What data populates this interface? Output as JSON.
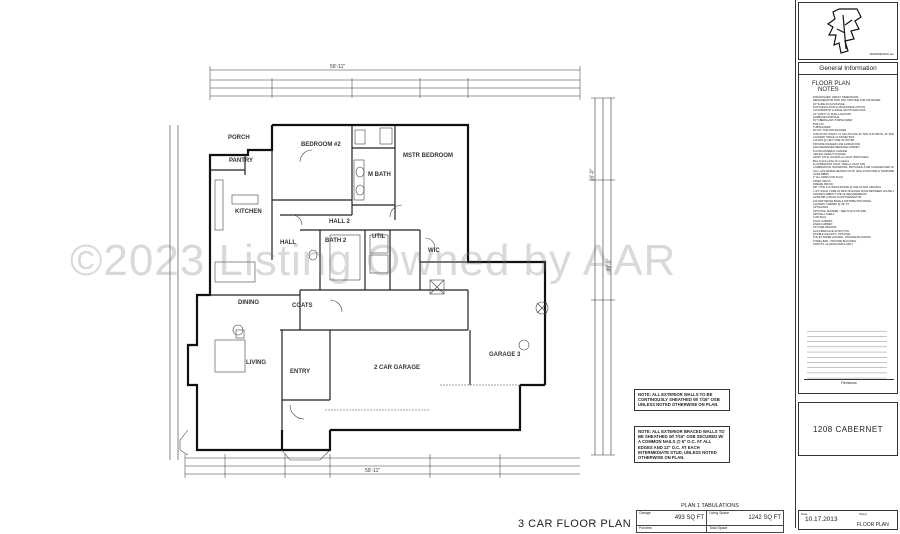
{
  "watermark": "©2023 Listing Owned by AAR",
  "rooms": {
    "porch": "PORCH",
    "pantry": "PANTRY",
    "bedroom2": "BEDROOM #2",
    "mbath": "M BATH",
    "mstr_bedroom": "MSTR BEDROOM",
    "kitchen": "KITCHEN",
    "hall": "HALL",
    "hall2": "HALL 2",
    "bath2": "BATH 2",
    "util": "UTIL",
    "wic": "WIC",
    "coats": "COATS",
    "dining": "DINING",
    "living": "LIVING",
    "entry": "ENTRY",
    "garage2": "2 CAR GARAGE",
    "garage3": "GARAGE 3"
  },
  "dims": {
    "overall_top": "59'-11\"",
    "overall_bottom": "59'-11\"",
    "right_overall": "49'-0\"",
    "right_mid": "16'-0\""
  },
  "notes": {
    "note1": "NOTE: ALL EXTERIOR WALLS TO BE CONTINOUSLY SHEATHED W/ 7/16\" OSB UNLESS NOTED OTHERWISE ON PLAN.",
    "note2": "NOTE: ALL EXTERIOR BRACED WALLS TO BE SHEATHED W/ 7/16\" OSB SECURED W/ A COMMON NAILS @ 6\" O.C. AT ALL EDGES AND 12\" O.C. AT EACH INTERMEDIATE STUD, UNLESS NOTED OTHERWISE ON PLAN."
  },
  "tabulations": {
    "title": "PLAN 1   TABULATIONS",
    "garage_label": "Garage",
    "garage": "493 SQ FT",
    "living_label": "Living Space",
    "living": "1242 SQ FT",
    "porches_label": "Porches",
    "total_label": "Total Space"
  },
  "plan_title": "3 CAR FLOOR PLAN",
  "title_block": {
    "logo_caption": "TEMPRESINC.am",
    "general_info": "General Information",
    "floor_plan": "FLOOR PLAN",
    "notes": "NOTES",
    "note_items": [
      "DISHWASHER: VERIFY DIMENSIONS",
      "REFRIGERATOR W/W, W/H, PROVIDE FOR ICE MAKER",
      "30\" SLIDE-IN GAS RANGE",
      "DUCTLESS HOOD & MICROWAVE OPTION",
      "COUNTERTOP w/ EDGE 3/8 KITCHEN SINK",
      "24\" VANITY w/ DUAL LAVATORY",
      "GARBAGE DISPOSAL",
      "60\" FIBERGLASS TUB/SHOWER",
      "BUILT-IN",
      "TUB/SHOWER",
      "60\"x32\" TUB AND SHOWER",
      "LOW FLOW TOILET 1.6 GAL PFLUSH 30\" MIN CLR WIDTH, 24\" MIN. CLR @ FRONT",
      "LAUNDRY SPACE w/ RAISED BOX",
      "LOCATE @ LEFT SIDE OF DRYER",
      "PROVIDE WASHER LINE & DRAIN PAN",
      "HIGH RECESSED MEDICINE CABINET",
      "FLOOR MATERIAL CHANGE",
      "CEILING HEIGHT CHANGE",
      "20X30\" ATTIC ACCESS w/ LIGHT (SWITCHED)",
      "Blue Framing Plan for locations",
      "FLUORESCENT LIGHT, FIRE w/ LIGHT FAN",
      "COMBINATION, BATHROOM, PROVIDING 5 AIR CHANGES PER HOUR",
      "GAL. GAS WATER HEATER ON 18\" HIGH PLATFORM w/ TEMP/PRESSURE RELIEF TO OUTSIDE",
      "HOSE BIBBS",
      "3\" ALL SIDES FOR PLAN",
      "3X6(R) VENTS",
      "FREEZE PROOF",
      "5/8\" TYPE X GYPSUM BOARD @ WALLS AND CEILINGS",
      "1 3/4\" SOLID CORE 20 MINUTE RATED DOOR BETWEEN HOUSE AND GARAGE SELF CLOSING W/ THRESHOLD",
      "SMOKE/CARBON TYPE 2A REQUIREMENTS",
      "HOSE BIB w/ BACK FLOW PREVENTOR",
      "220 AMP METER BASE & DISTRIBUTION PANEL",
      "LAUNDRY CABINET @ 48\" FT",
      "UPTIGHTER",
      "OPTIONAL SHOWER - SEE PLAN FOR SIZE",
      "DRYWALL SHELF",
      "LOW WALL",
      "LIGHT CABINET",
      "LINEN CABINET",
      "PICTURE WINDOW",
      "GAS FIREPLACE W/ BUTTON",
      "DOUBLE FAUCETS, OPTIONAL",
      "TOILET PAPER HOLDER - PROVIDE BLOCKING",
      "TOWEL BAR - PROVIDE BLOCKING",
      "SOFFITS, GLAZING PER R-308.4"
    ],
    "revisions": "Revisions",
    "house_name": "1208 CABERNET",
    "date_label": "Date",
    "date": "10.17.2013",
    "sheet_label": "Sheet",
    "sheet_title": "FLOOR PLAN"
  }
}
